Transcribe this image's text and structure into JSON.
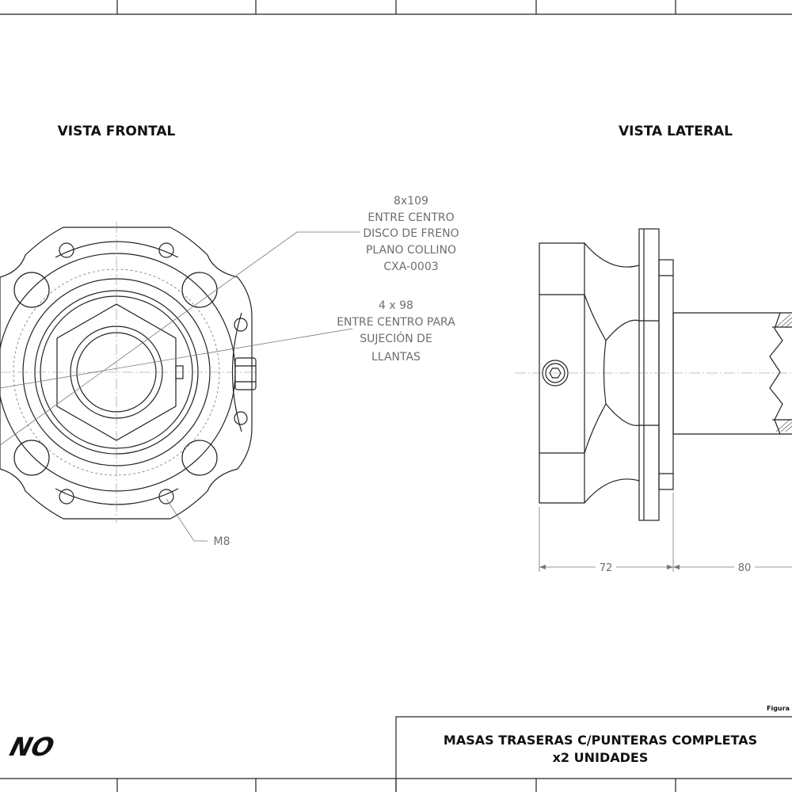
{
  "views": {
    "front_title": "VISTA FRONTAL",
    "side_title": "VISTA LATERAL"
  },
  "notes": {
    "pcd1": [
      "8x109",
      "ENTRE CENTRO",
      "DISCO DE FRENO",
      "PLANO COLLINO",
      "CXA-0003"
    ],
    "pcd2": [
      "4 x 98",
      "ENTRE CENTRO PARA",
      "SUJECIÓN DE",
      "LLANTAS"
    ],
    "thread": "M8"
  },
  "dimensions": {
    "d1": "72",
    "d2": "80"
  },
  "title_block": {
    "line1": "MASAS TRASERAS C/PUNTERAS COMPLETAS",
    "line2": "x2 UNIDADES",
    "figure": "Figura",
    "logo_text": "NO"
  }
}
